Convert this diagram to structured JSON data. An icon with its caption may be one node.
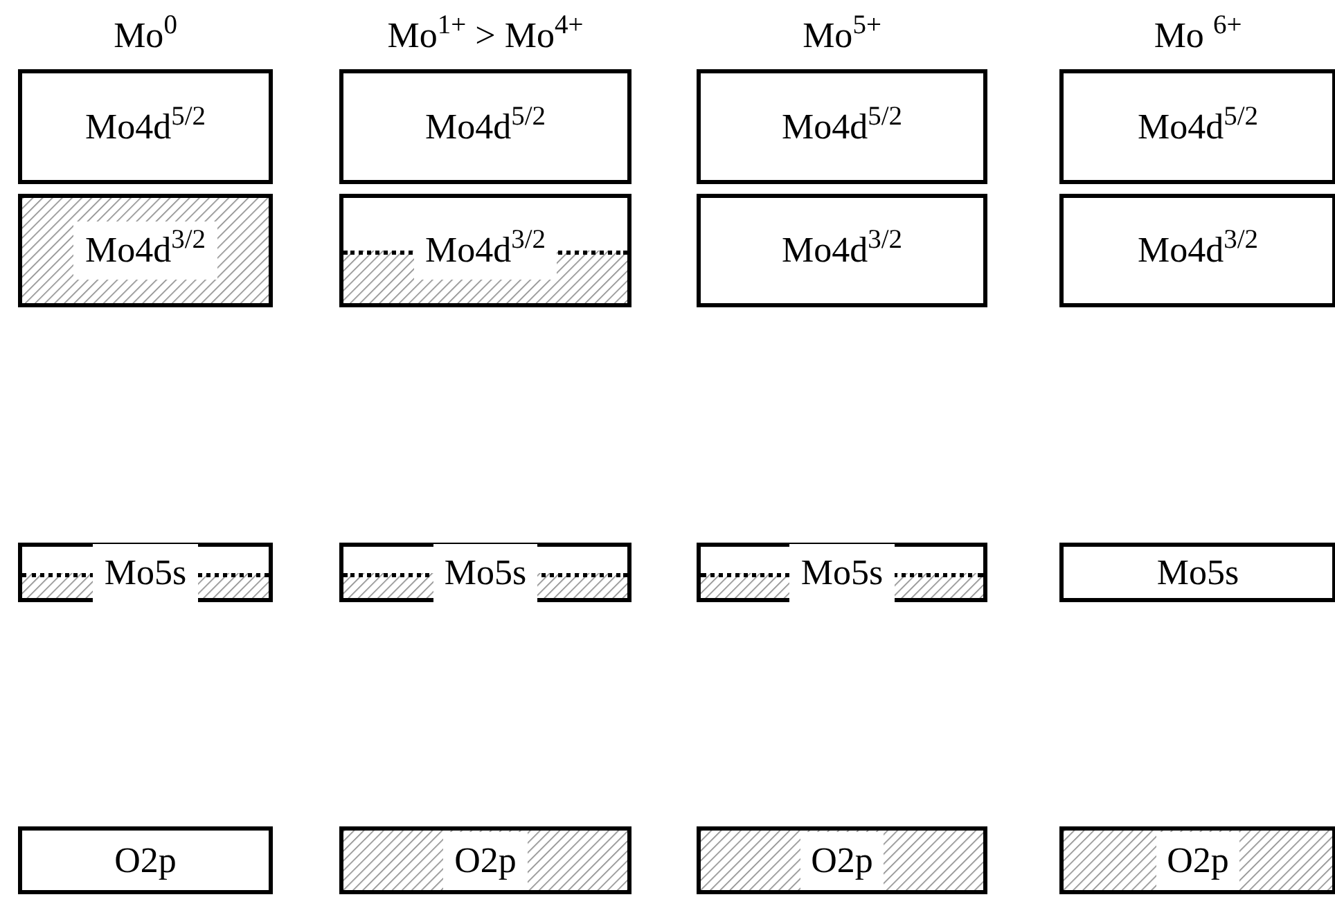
{
  "diagram": {
    "nodes": [
      {
        "text": [
          "Mo4d$^{5/2}$"
        ]
      },
      {
        "text": [
          "Mo4d$^{5/2}$"
        ]
      },
      {
        "text": [
          "Mo4d$^{5/2}$"
        ]
      },
      {
        "text": [
          "Mo4d$^{5/2}$"
        ]
      },
      {
        "text": [
          "Mo4d$^{3/2}$"
        ]
      },
      {
        "text": [
          "Mo4d$^{3/2}$"
        ]
      },
      {
        "text": [
          "Mo4d$^{3/2}$"
        ]
      },
      {
        "text": [
          "Mo4d$^{3/2}$"
        ]
      },
      {
        "text": [
          "Mo5s"
        ]
      },
      {
        "text": [
          "Mo5s"
        ]
      },
      {
        "text": [
          "Mo5s"
        ]
      },
      {
        "text": [
          "Mo5s"
        ]
      },
      {
        "text": [
          "O2p"
        ]
      },
      {
        "text": [
          "O2p"
        ]
      },
      {
        "text": [
          "O2p"
        ]
      },
      {
        "text": [
          "O2p"
        ]
      }
    ],
    "labels": [
      "Mo$^{0}$",
      "Mo$^{1+}$ > Mo$^{4+}$",
      "Mo$^{5+}$",
      "Mo $^{6+}$"
    ]
  }
}
